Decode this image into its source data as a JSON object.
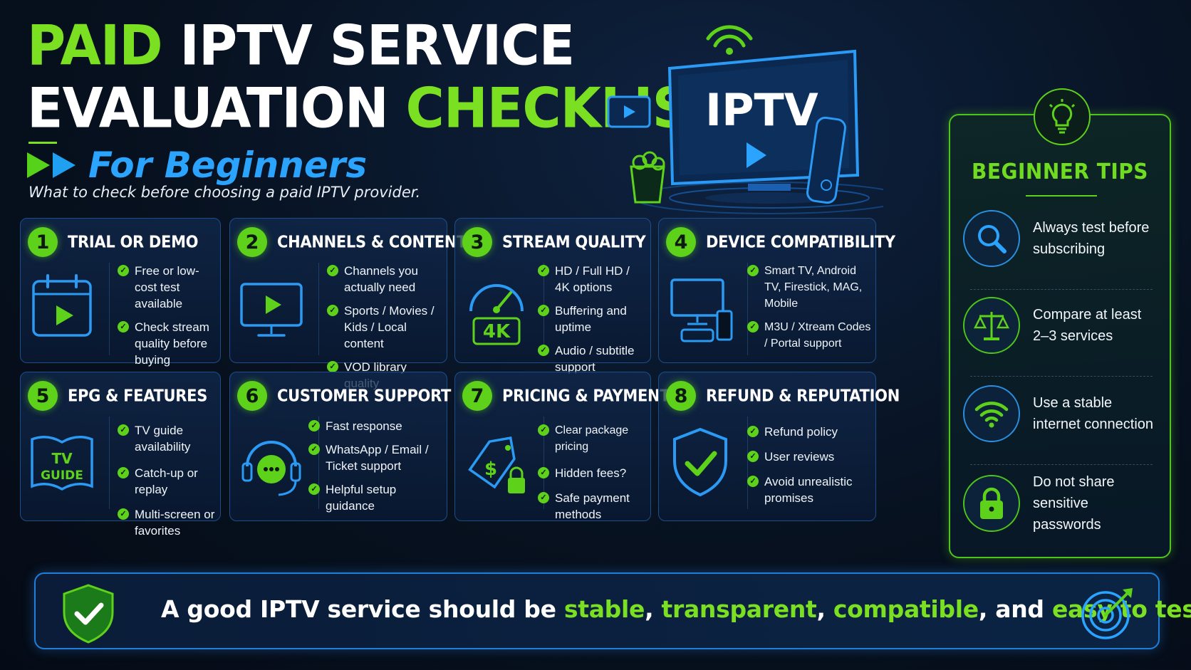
{
  "header": {
    "title_line1_accent": "PAID",
    "title_line1_rest": " IPTV SERVICE",
    "title_line2_rest": "EVALUATION ",
    "title_line2_accent": "CHECKLIST",
    "subtitle": "For Beginners",
    "tagline": "What to check before choosing a paid IPTV provider."
  },
  "hero": {
    "tv_label": "IPTV"
  },
  "cards": [
    {
      "num": "1",
      "title": "TRIAL OR DEMO",
      "icon": "calendar-play-icon",
      "items": [
        "Free or low-cost test available",
        "Check stream quality before buying"
      ]
    },
    {
      "num": "2",
      "title": "CHANNELS & CONTENT",
      "icon": "monitor-play-icon",
      "items": [
        "Channels you actually need",
        "Sports / Movies / Kids / Local content",
        "VOD library quality"
      ]
    },
    {
      "num": "3",
      "title": "STREAM QUALITY",
      "icon": "speedometer-4k-icon",
      "badge": "4K",
      "items": [
        "HD / Full HD / 4K options",
        "Buffering and uptime",
        "Audio / subtitle support"
      ]
    },
    {
      "num": "4",
      "title": "DEVICE COMPATIBILITY",
      "icon": "devices-icon",
      "items": [
        "Smart TV, Android TV, Firestick, MAG, Mobile",
        "M3U / Xtream Codes / Portal support"
      ]
    },
    {
      "num": "5",
      "title": "EPG & FEATURES",
      "icon": "tv-guide-book-icon",
      "badge_line1": "TV",
      "badge_line2": "GUIDE",
      "items": [
        "TV guide availability",
        "Catch-up or replay",
        "Multi-screen or favorites"
      ]
    },
    {
      "num": "6",
      "title": "CUSTOMER SUPPORT",
      "icon": "headset-chat-icon",
      "items": [
        "Fast response",
        "WhatsApp / Email / Ticket support",
        "Helpful setup guidance"
      ]
    },
    {
      "num": "7",
      "title": "PRICING & PAYMENT",
      "icon": "price-tag-lock-icon",
      "items": [
        "Clear package pricing",
        "Hidden fees?",
        "Safe payment methods"
      ]
    },
    {
      "num": "8",
      "title": "REFUND & REPUTATION",
      "icon": "shield-check-icon",
      "items": [
        "Refund policy",
        "User reviews",
        "Avoid unrealistic promises"
      ]
    }
  ],
  "tips": {
    "title": "BEGINNER TIPS",
    "items": [
      {
        "icon": "search-icon",
        "text": "Always test before subscribing"
      },
      {
        "icon": "scales-icon",
        "text": "Compare at least 2–3 services"
      },
      {
        "icon": "wifi-icon",
        "text": "Use a stable internet connection"
      },
      {
        "icon": "lock-icon",
        "text": "Do not share sensitive passwords"
      }
    ]
  },
  "banner": {
    "lead": "A good IPTV service should be ",
    "w1": "stable",
    "c1": ", ",
    "w2": "transparent",
    "c2": ", ",
    "w3": "compatible",
    "c3": ", and ",
    "w4": "easy to test",
    "end": "."
  },
  "colors": {
    "accent_green": "#5ed21a",
    "accent_blue": "#2aa4ff",
    "card_border": "#1c4f8a",
    "background": "#07111f"
  }
}
